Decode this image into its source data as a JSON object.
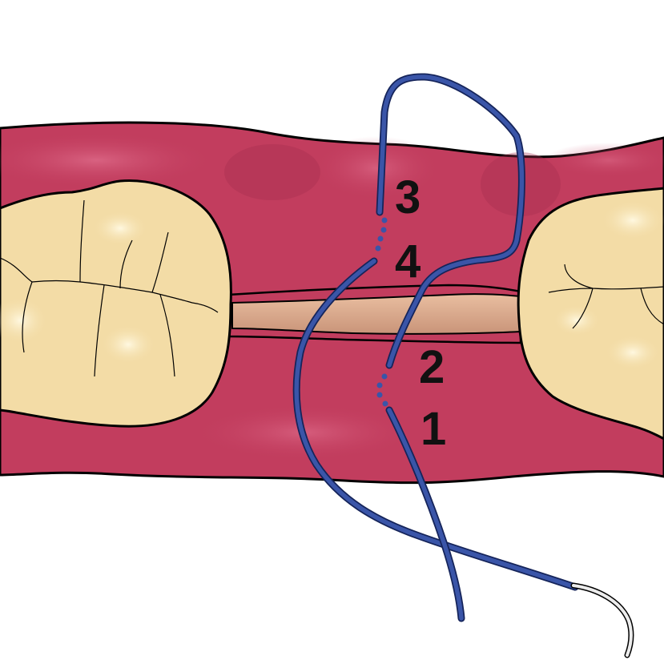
{
  "diagram": {
    "points": [
      {
        "id": "3",
        "label": "3"
      },
      {
        "id": "4",
        "label": "4"
      },
      {
        "id": "2",
        "label": "2"
      },
      {
        "id": "1",
        "label": "1"
      }
    ]
  },
  "colors": {
    "gum": "#c23d5e",
    "gum_highlight": "#de6a86",
    "gum_shadow": "#a32d4c",
    "tooth": "#f3dca6",
    "tooth_highlight": "#fcf2d2",
    "incision": "#d8a88a",
    "suture": "#3a55a8",
    "suture_dark": "#15245a",
    "needle": "#e8e8e8",
    "puncture": "#e8202a"
  },
  "icons": {
    "needle": "curved-suture-needle-icon"
  }
}
